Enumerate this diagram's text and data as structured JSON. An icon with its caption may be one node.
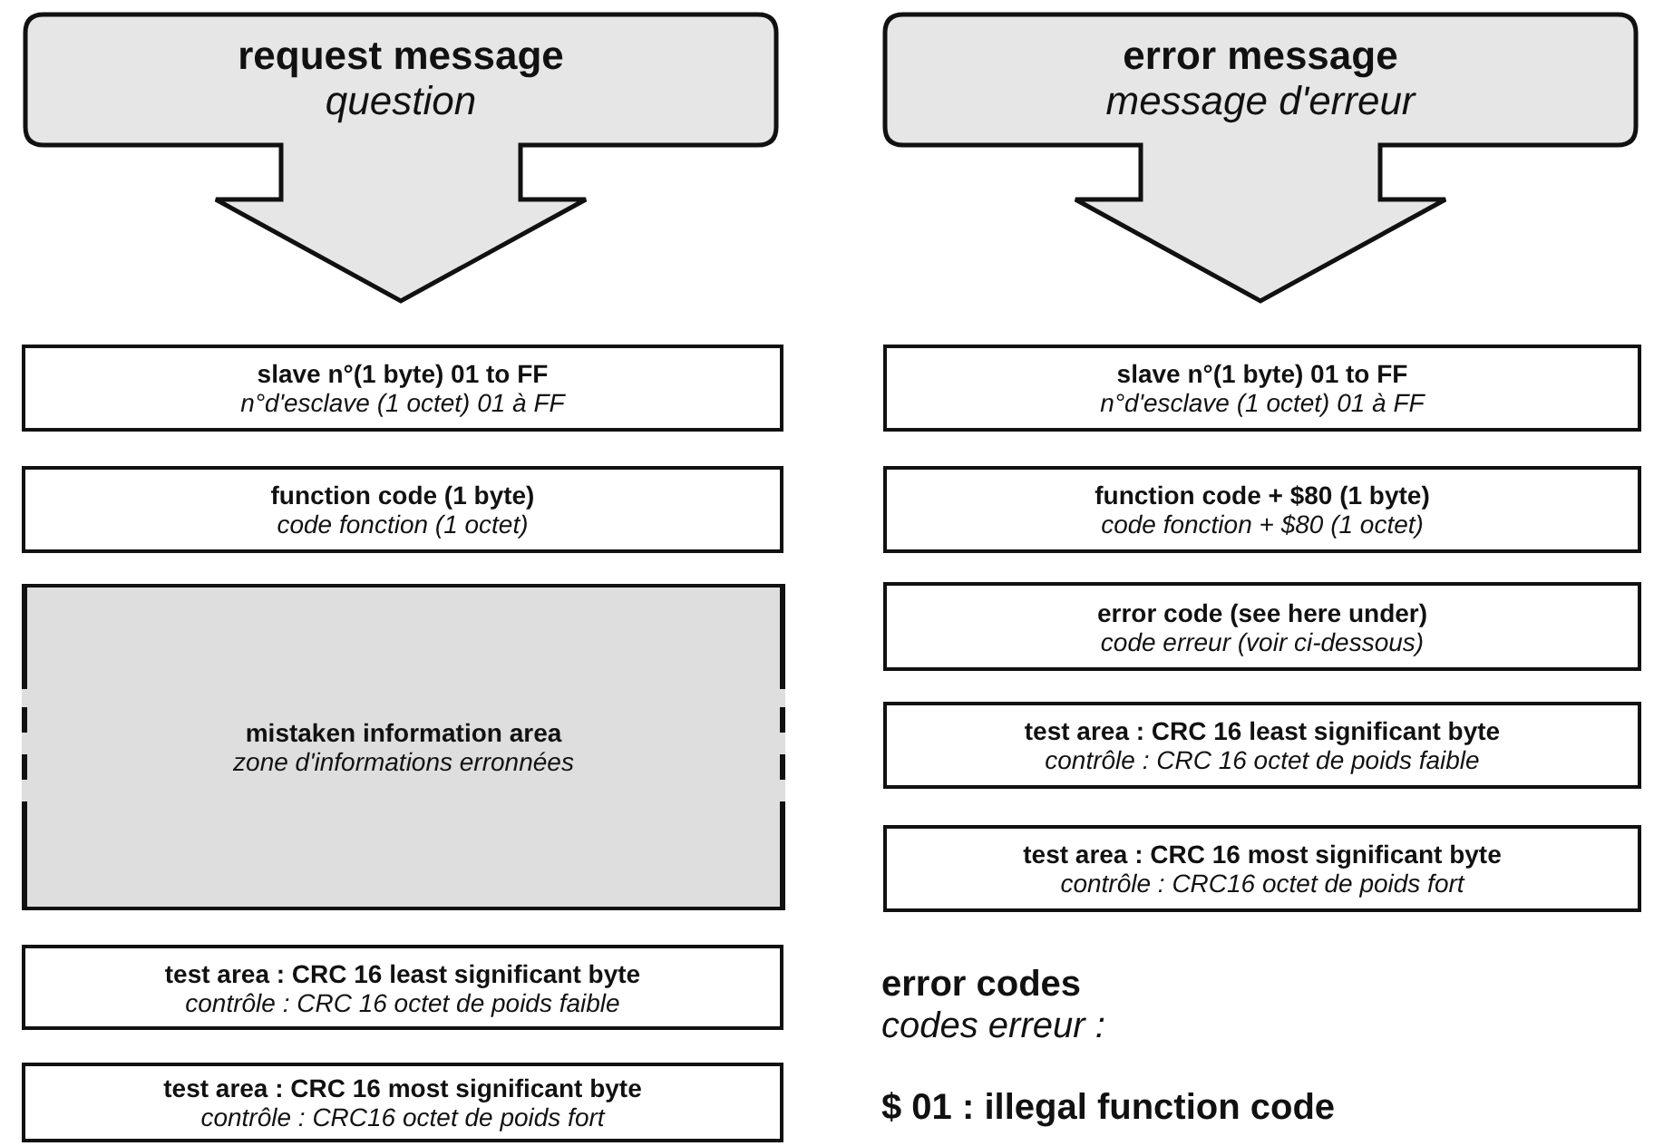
{
  "diagram": {
    "nodes": [
      {
        "text": [
          "request message",
          "question"
        ]
      },
      {
        "text": [
          "slave n°(1 byte) 01 to FF",
          "n°d'esclave (1 octet) 01 à FF"
        ]
      },
      {
        "text": [
          "function code (1 byte)",
          "code fonction (1 octet)"
        ]
      },
      {
        "text": [
          "mistaken information area",
          "zone d'informations erronnées"
        ]
      },
      {
        "text": [
          "test area : CRC 16 least significant byte",
          "contrôle : CRC 16 octet de poids faible"
        ]
      },
      {
        "text": [
          "test area : CRC 16 most significant byte",
          "contrôle : CRC16 octet de poids fort"
        ]
      },
      {
        "text": [
          "error message",
          "message d'erreur"
        ]
      },
      {
        "text": [
          "slave n°(1 byte) 01 to FF",
          "n°d'esclave (1 octet) 01 à FF"
        ]
      },
      {
        "text": [
          "function code + $80 (1 byte)",
          "code fonction + $80 (1 octet)"
        ]
      },
      {
        "text": [
          "error code (see here under)",
          "code erreur (voir ci-dessous)"
        ]
      },
      {
        "text": [
          "test area : CRC 16 least significant byte",
          "contrôle : CRC 16 octet de poids faible"
        ]
      },
      {
        "text": [
          "test area : CRC 16 most significant byte",
          "contrôle : CRC16 octet de poids fort"
        ]
      }
    ],
    "labels": [
      "error codes",
      "codes erreur :",
      "$ 01 : illegal function code"
    ]
  }
}
